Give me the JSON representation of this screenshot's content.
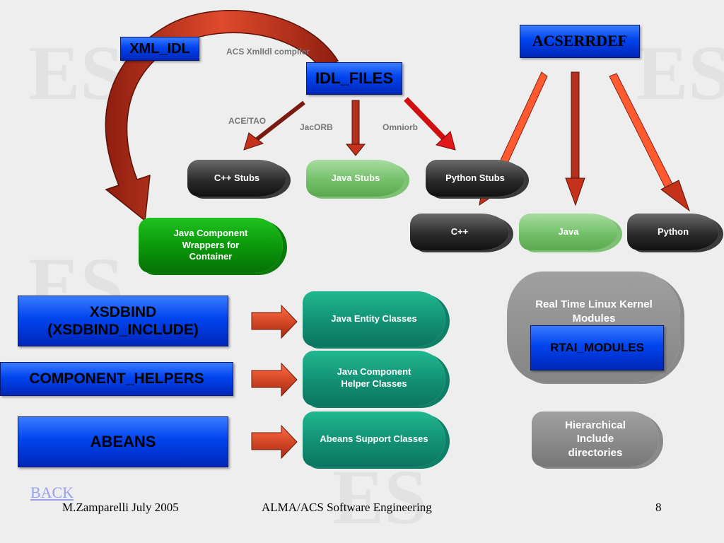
{
  "labels": {
    "xml_idl": "XML_IDL",
    "acs_xmlidl_compiler": "ACS XmlIdl compiler",
    "idl_files": "IDL_FILES",
    "acserrdef": "ACSERRDEF",
    "ace_tao": "ACE/TAO",
    "jacorb": "JacORB",
    "omniorb": "Omniorb",
    "xsdbind": "XSDBIND\n(XSDBIND_INCLUDE)",
    "component_helpers": "COMPONENT_HELPERS",
    "abeans": "ABEANS",
    "rtai_modules": "RTAI_MODULES"
  },
  "pills": {
    "cpp_stubs": "C++ Stubs",
    "java_stubs": "Java Stubs",
    "python_stubs": "Python Stubs",
    "cpp": "C++",
    "java": "Java",
    "python": "Python",
    "java_component_wrappers": "Java Component\nWrappers  for\nContainer",
    "java_entity_classes": "Java Entity Classes",
    "java_component_helper_classes": "Java Component\nHelper Classes",
    "abeans_support_classes": "Abeans Support Classes",
    "rt_linux_kernel_modules": "Real Time Linux Kernel\nModules",
    "hierarchical_include": "Hierarchical\nInclude\ndirectories"
  },
  "footer": {
    "back": "BACK",
    "author": "M.Zamparelli  July 2005",
    "title": "ALMA/ACS Software Engineering",
    "page": "8"
  },
  "colors": {
    "arrow_red": "#c4321c",
    "box_blue": "#0044ee"
  }
}
